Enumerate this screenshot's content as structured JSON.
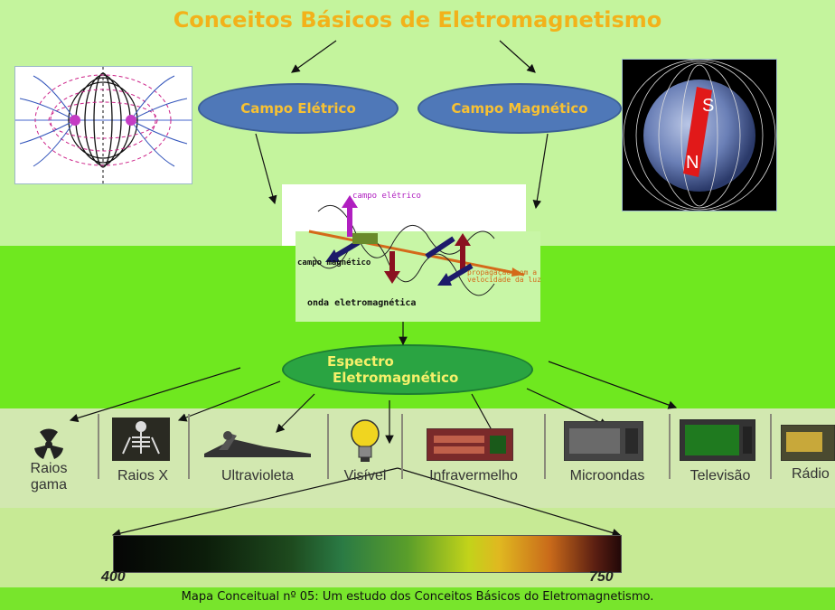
{
  "title": "Conceitos Básicos de Eletromagnetismo",
  "nodes": {
    "campo_eletrico": "Campo Elétrico",
    "campo_magnetico": "Campo Magnético",
    "espectro_line1": "Espectro",
    "espectro_line2": "Eletromagnético"
  },
  "wave_figure": {
    "campo_eletrico": "campo elétrico",
    "campo_magnetico": "campo magnético",
    "propagacao": "propagação com a velocidade da luz",
    "caption": "onda eletromagnética"
  },
  "magnet": {
    "north": "N",
    "south": "S"
  },
  "spectrum_items": [
    {
      "label": "Raios gama",
      "icon": "radiation-icon"
    },
    {
      "label": "Raios X",
      "icon": "skeleton-icon"
    },
    {
      "label": "Ultravioleta",
      "icon": "sunbather-icon"
    },
    {
      "label": "Visível",
      "icon": "lightbulb-icon"
    },
    {
      "label": "Infravermelho",
      "icon": "heater-icon"
    },
    {
      "label": "Microondas",
      "icon": "microwave-icon"
    },
    {
      "label": "Televisão",
      "icon": "television-icon"
    },
    {
      "label": "Rádio",
      "icon": "radio-icon"
    }
  ],
  "visible_band": {
    "start": "400",
    "end": "750"
  },
  "caption": "Mapa Conceitual nº 05: Um estudo dos Conceitos Básicos do Eletromagnetismo.",
  "colors": {
    "title": "#f2b21a",
    "ellipse_blue": "#4f78b8",
    "ellipse_green": "#2aa442",
    "node_text": "#f7c133"
  }
}
